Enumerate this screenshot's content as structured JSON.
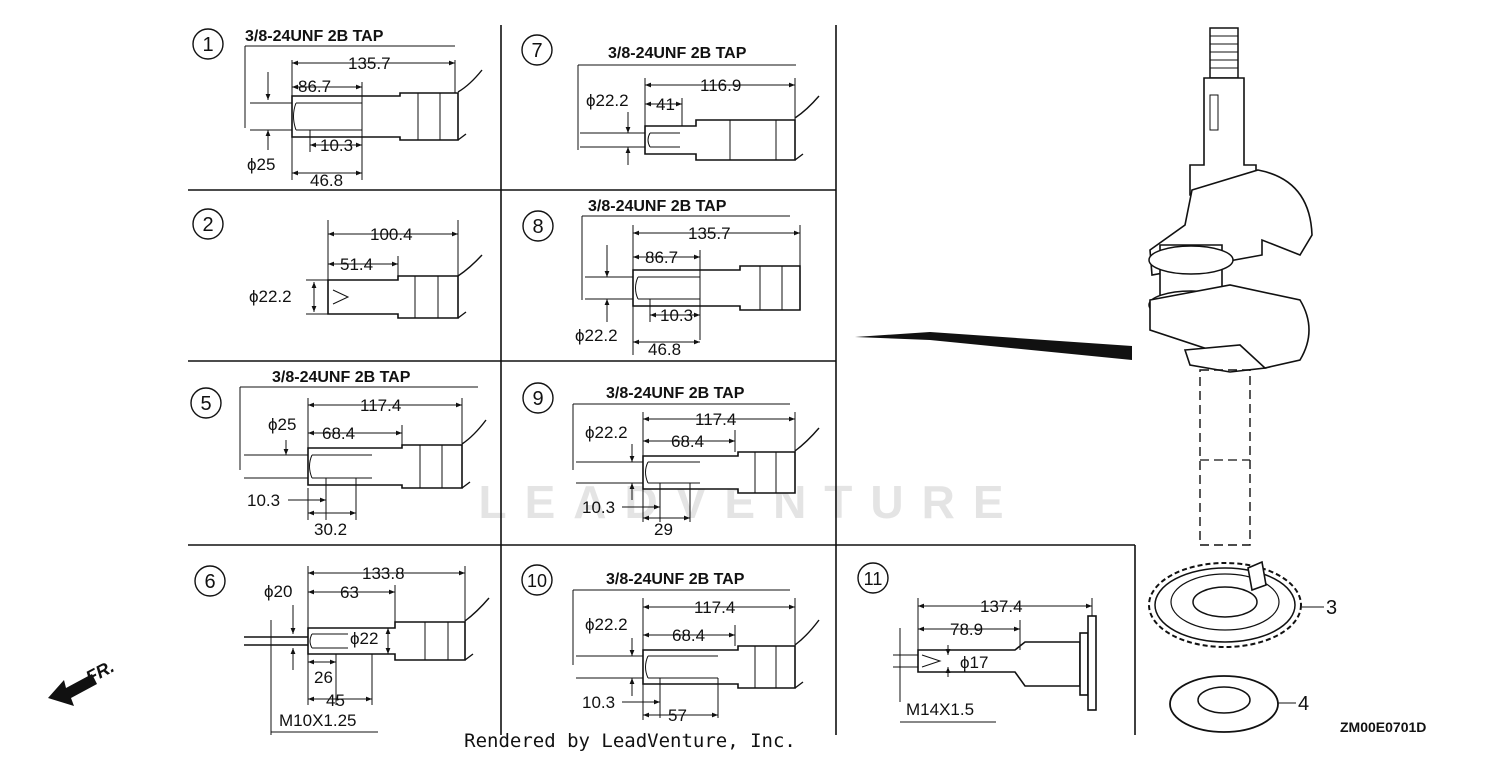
{
  "diagram": {
    "code": "ZM00E0701D",
    "watermark": "LEADVENTURE",
    "front_label": "FR.",
    "panels": [
      {
        "num": "1",
        "tap": "3/8-24UNF 2B TAP",
        "dims": [
          "135.7",
          "86.7",
          "10.3",
          "ϕ25",
          "46.8"
        ]
      },
      {
        "num": "2",
        "tap": "",
        "dims": [
          "100.4",
          "51.4",
          "ϕ22.2"
        ]
      },
      {
        "num": "5",
        "tap": "3/8-24UNF 2B TAP",
        "dims": [
          "117.4",
          "ϕ25",
          "68.4",
          "10.3",
          "30.2"
        ]
      },
      {
        "num": "6",
        "tap": "",
        "dims": [
          "133.8",
          "ϕ20",
          "63",
          "ϕ22",
          "26",
          "45",
          "M10X1.25"
        ]
      },
      {
        "num": "7",
        "tap": "3/8-24UNF 2B TAP",
        "dims": [
          "116.9",
          "ϕ22.2",
          "41"
        ]
      },
      {
        "num": "8",
        "tap": "3/8-24UNF 2B TAP",
        "dims": [
          "135.7",
          "86.7",
          "10.3",
          "ϕ22.2",
          "46.8"
        ]
      },
      {
        "num": "9",
        "tap": "3/8-24UNF 2B TAP",
        "dims": [
          "117.4",
          "ϕ22.2",
          "68.4",
          "10.3",
          "29"
        ]
      },
      {
        "num": "10",
        "tap": "3/8-24UNF 2B TAP",
        "dims": [
          "117.4",
          "ϕ22.2",
          "68.4",
          "10.3",
          "57"
        ]
      },
      {
        "num": "11",
        "tap": "",
        "dims": [
          "137.4",
          "78.9",
          "ϕ17",
          "M14X1.5"
        ]
      }
    ],
    "callouts": [
      "3",
      "4"
    ]
  },
  "footer": {
    "text": "Rendered by LeadVenture, Inc."
  }
}
